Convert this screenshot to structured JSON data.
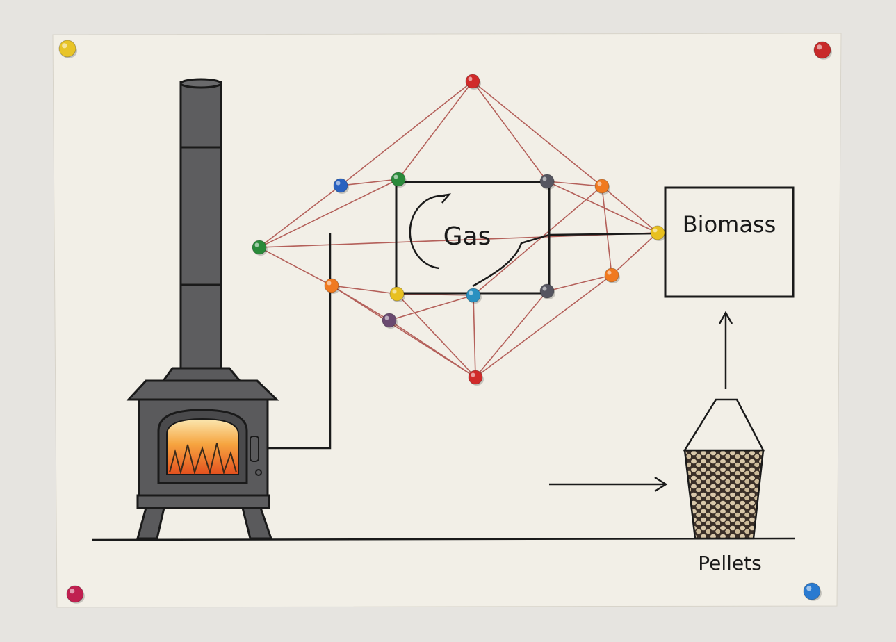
{
  "diagram": {
    "center_label": "Gas",
    "box_label": "Biomass",
    "pellets_label": "Pellets"
  },
  "colors": {
    "wall": "#e6e4e0",
    "paper": "#f2efe7",
    "ink": "#1a1a1a",
    "string": "#b4605a",
    "stove": "#5d5d5f",
    "fire": "#f08a2a"
  },
  "network": {
    "nodes": [
      {
        "id": "top",
        "color": "#d02a2a"
      },
      {
        "id": "upper-left-blue",
        "color": "#2a62c0"
      },
      {
        "id": "upper-green",
        "color": "#2a8a3a"
      },
      {
        "id": "upper-dark",
        "color": "#555560"
      },
      {
        "id": "upper-orange",
        "color": "#f07a20"
      },
      {
        "id": "left-green",
        "color": "#2a8a3a"
      },
      {
        "id": "right-yellow",
        "color": "#e8c020"
      },
      {
        "id": "lower-orange",
        "color": "#f07a20"
      },
      {
        "id": "lower-yellow",
        "color": "#e8c020"
      },
      {
        "id": "lower-blue",
        "color": "#2a90c0"
      },
      {
        "id": "lower-dark",
        "color": "#555560"
      },
      {
        "id": "right-orange",
        "color": "#f07a20"
      },
      {
        "id": "purple",
        "color": "#6a4a70"
      },
      {
        "id": "bottom",
        "color": "#d02a2a"
      }
    ],
    "edges": [
      [
        "top",
        "upper-left-blue"
      ],
      [
        "top",
        "upper-green"
      ],
      [
        "top",
        "upper-dark"
      ],
      [
        "top",
        "upper-orange"
      ],
      [
        "upper-left-blue",
        "upper-green"
      ],
      [
        "upper-left-blue",
        "left-green"
      ],
      [
        "upper-green",
        "left-green"
      ],
      [
        "upper-dark",
        "upper-orange"
      ],
      [
        "upper-orange",
        "right-yellow"
      ],
      [
        "upper-orange",
        "right-orange"
      ],
      [
        "upper-orange",
        "lower-blue"
      ],
      [
        "left-green",
        "lower-orange"
      ],
      [
        "left-green",
        "right-yellow"
      ],
      [
        "lower-orange",
        "lower-yellow"
      ],
      [
        "lower-orange",
        "purple"
      ],
      [
        "lower-orange",
        "bottom"
      ],
      [
        "lower-yellow",
        "lower-blue"
      ],
      [
        "lower-yellow",
        "bottom"
      ],
      [
        "purple",
        "lower-blue"
      ],
      [
        "purple",
        "bottom"
      ],
      [
        "lower-blue",
        "bottom"
      ],
      [
        "lower-dark",
        "right-orange"
      ],
      [
        "lower-dark",
        "bottom"
      ],
      [
        "right-orange",
        "right-yellow"
      ],
      [
        "right-orange",
        "bottom"
      ],
      [
        "upper-dark",
        "right-yellow"
      ]
    ]
  },
  "pins": [
    {
      "id": "top-left",
      "color": "#e8c428"
    },
    {
      "id": "top-right",
      "color": "#c82a2a"
    },
    {
      "id": "bottom-left",
      "color": "#c02050"
    },
    {
      "id": "bottom-right",
      "color": "#2a7ad0"
    }
  ]
}
